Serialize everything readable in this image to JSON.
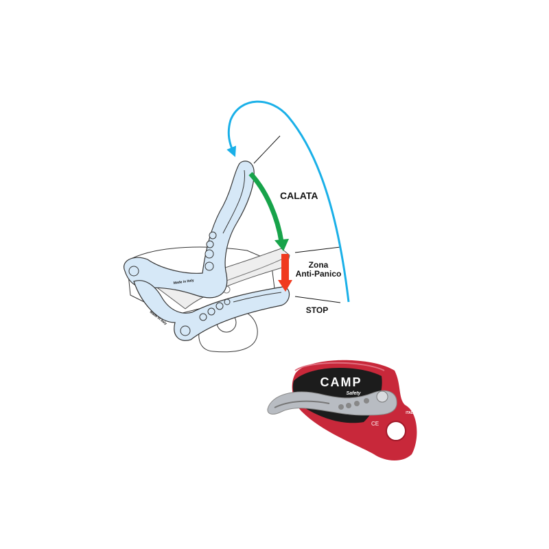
{
  "diagram": {
    "labels": {
      "calata": "CALATA",
      "zona": "Zona",
      "anti_panico": "Anti-Panico",
      "stop": "STOP"
    },
    "engraving": "Made in Italy",
    "colors": {
      "loop_arrow": "#1ab0e8",
      "lowering_arrow": "#17a34a",
      "anti_panic_arrow": "#f03a1e",
      "lever_fill": "#d6e8f7"
    }
  },
  "product": {
    "brand": "CAMP",
    "sub_brand": "Safety",
    "origin": "ITALY",
    "colors": {
      "body": "#c8283a",
      "cover": "#1c1c1c",
      "lever": "#b8bcc2"
    }
  }
}
